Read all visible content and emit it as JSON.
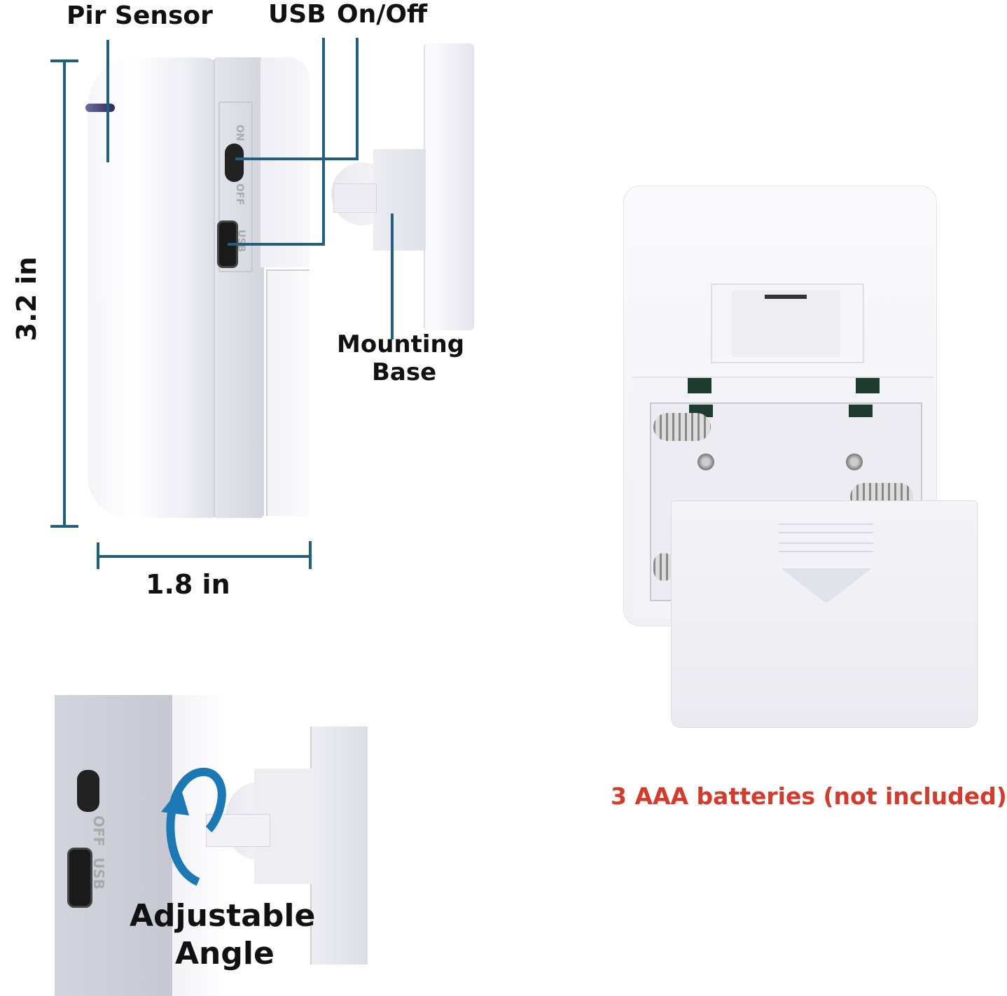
{
  "image": {
    "type": "product-dimension-diagram",
    "subject": "PIR motion sensor with mounting base and battery compartment"
  },
  "callouts": {
    "pir_sensor": "Pir Sensor",
    "usb": "USB",
    "on_off": "On/Off",
    "mounting_base_line1": "Mounting",
    "mounting_base_line2": "Base",
    "adjustable_line1": "Adjustable",
    "adjustable_line2": "Angle"
  },
  "dimensions": {
    "height": "3.2 in",
    "width": "1.8 in"
  },
  "device_markings": {
    "switch_on": "ON",
    "switch_off": "OFF",
    "port": "USB"
  },
  "battery_note": "3 AAA batteries (not included)",
  "colors": {
    "callout_line": "#1f5f80",
    "battery_note": "#d63a2a",
    "label_text": "#111111",
    "rotate_arrow": "#1a78b4"
  }
}
